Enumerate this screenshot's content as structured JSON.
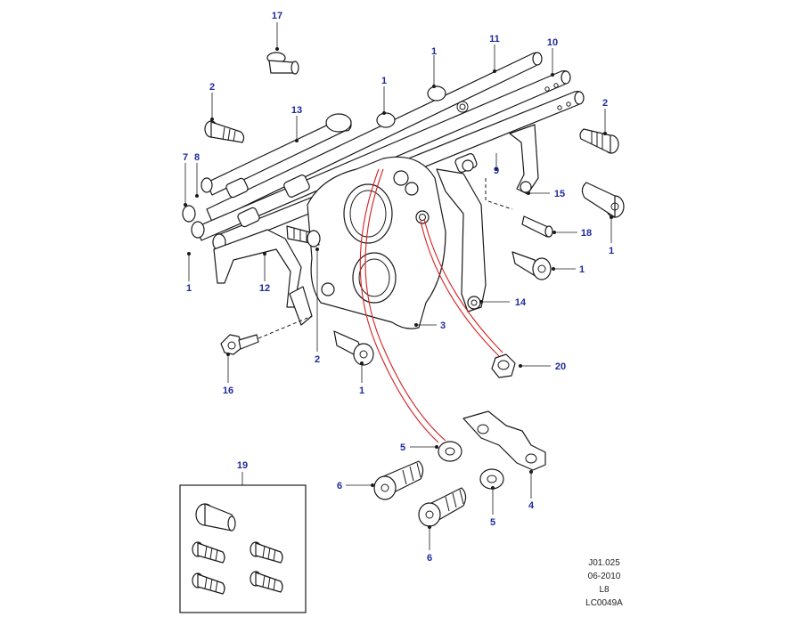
{
  "callouts": [
    {
      "id": "c17",
      "label": "17"
    },
    {
      "id": "c2a",
      "label": "2"
    },
    {
      "id": "c13",
      "label": "13"
    },
    {
      "id": "c1a",
      "label": "1"
    },
    {
      "id": "c1b",
      "label": "1"
    },
    {
      "id": "c11",
      "label": "11"
    },
    {
      "id": "c10",
      "label": "10"
    },
    {
      "id": "c2b",
      "label": "2"
    },
    {
      "id": "c7",
      "label": "7"
    },
    {
      "id": "c8",
      "label": "8"
    },
    {
      "id": "c9",
      "label": "9"
    },
    {
      "id": "c15",
      "label": "15"
    },
    {
      "id": "c18",
      "label": "18"
    },
    {
      "id": "c1c",
      "label": "1"
    },
    {
      "id": "c1d",
      "label": "1"
    },
    {
      "id": "c1e",
      "label": "1"
    },
    {
      "id": "c12",
      "label": "12"
    },
    {
      "id": "c14",
      "label": "14"
    },
    {
      "id": "c3",
      "label": "3"
    },
    {
      "id": "c2c",
      "label": "2"
    },
    {
      "id": "c16",
      "label": "16"
    },
    {
      "id": "c1f",
      "label": "1"
    },
    {
      "id": "c20",
      "label": "20"
    },
    {
      "id": "c5a",
      "label": "5"
    },
    {
      "id": "c6a",
      "label": "6"
    },
    {
      "id": "c4",
      "label": "4"
    },
    {
      "id": "c5b",
      "label": "5"
    },
    {
      "id": "c6b",
      "label": "6"
    },
    {
      "id": "c19",
      "label": "19"
    }
  ],
  "reference": {
    "line1": "J01.025",
    "line2": "06-2010",
    "line3": "L8",
    "line4": "LC0049A"
  },
  "colors": {
    "callout": "#1f2a9c",
    "line": "#1a1a1a",
    "highlight": "#d42222"
  }
}
